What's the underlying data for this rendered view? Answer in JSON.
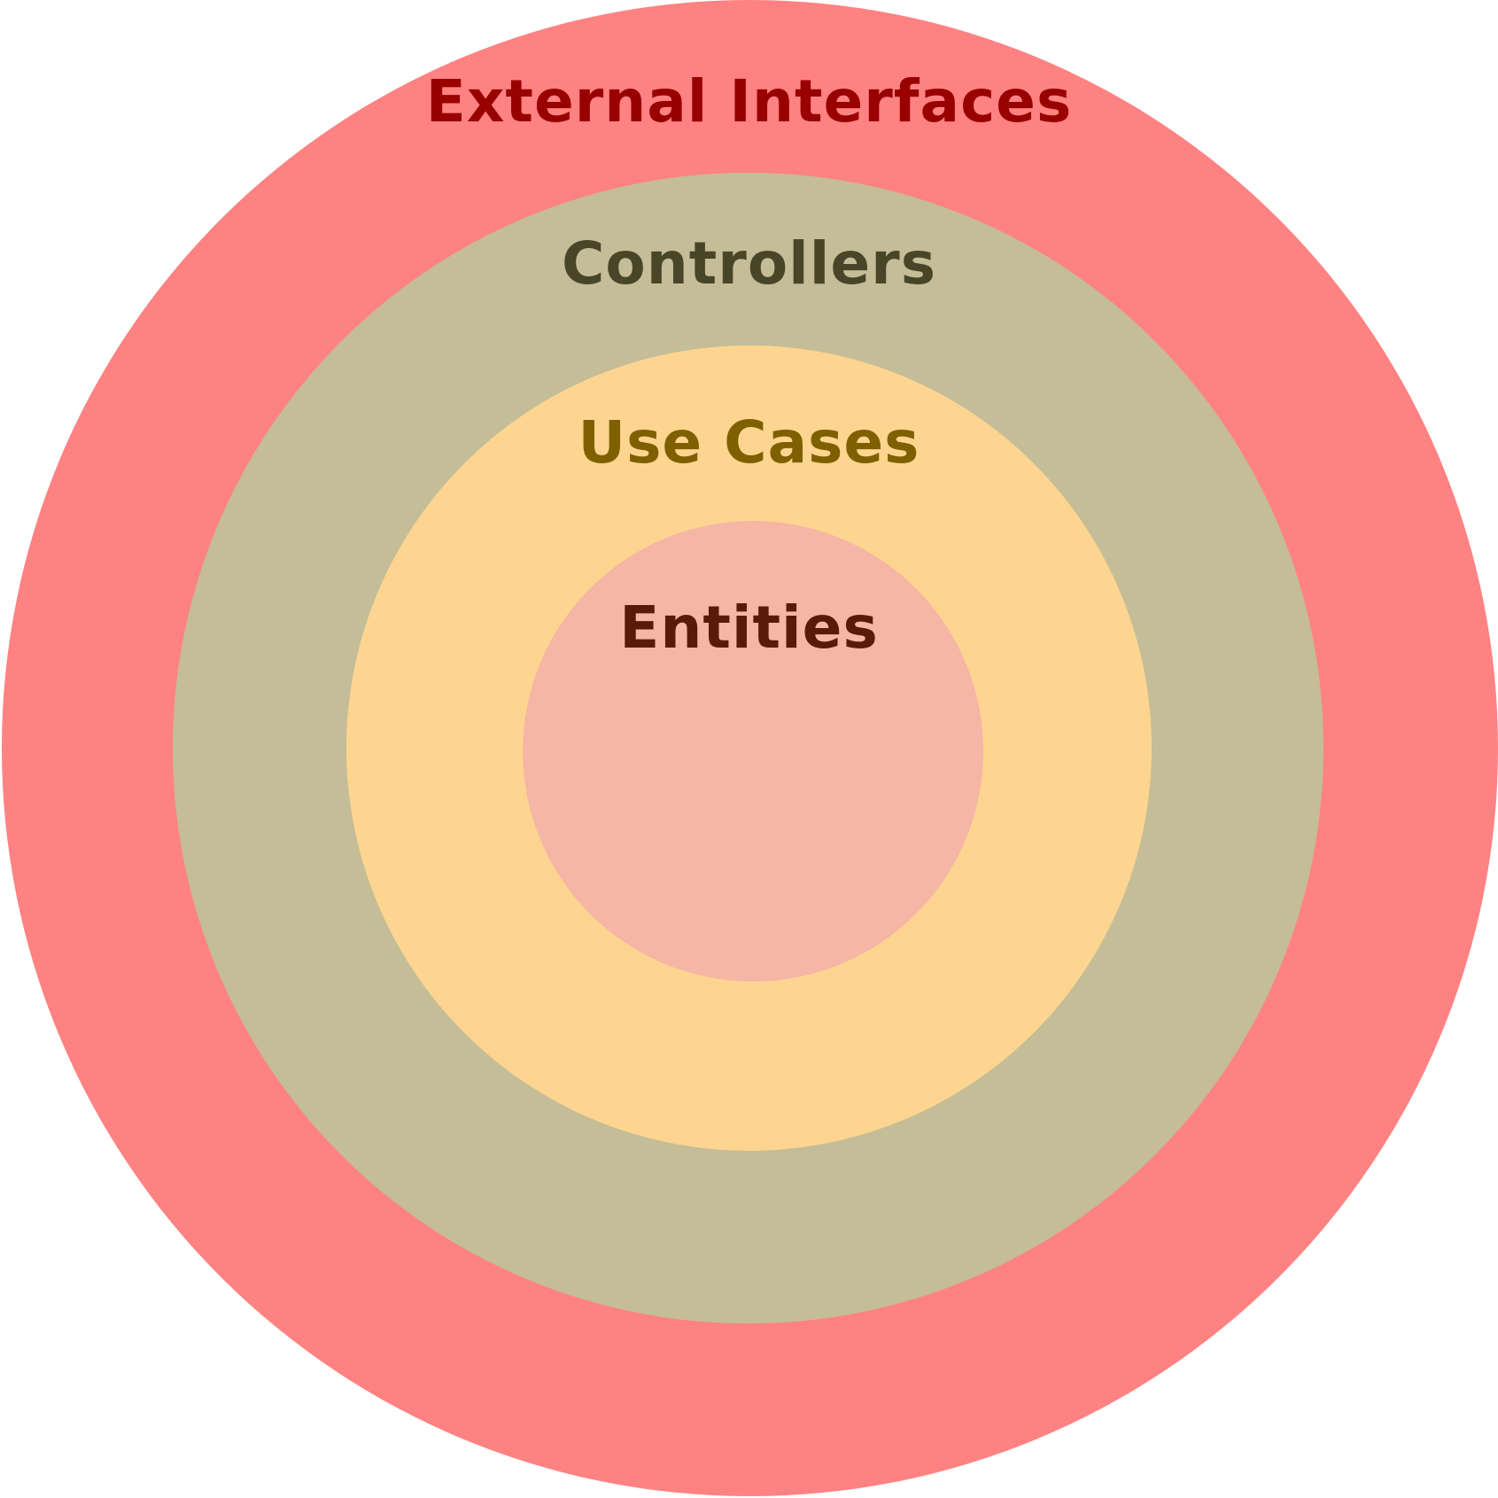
{
  "diagram": {
    "layers": {
      "external": {
        "label": "External Interfaces",
        "fill": "#ff8282",
        "text_color": "#990000"
      },
      "controllers": {
        "label": "Controllers",
        "fill": "#c4bd97",
        "text_color": "#494529"
      },
      "usecases": {
        "label": "Use Cases",
        "fill": "#fed590",
        "text_color": "#7f6000"
      },
      "entities": {
        "label": "Entities",
        "fill": "#f5b6a5",
        "text_color": "#5a1a0a"
      }
    }
  }
}
